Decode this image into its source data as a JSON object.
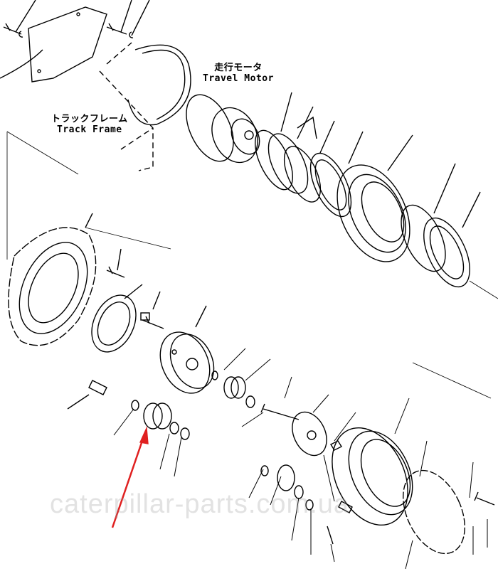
{
  "labels": {
    "travel_motor_jp": "走行モータ",
    "travel_motor_en": "Travel Motor",
    "track_frame_jp": "トラックフレーム",
    "track_frame_en": "Track Frame"
  },
  "watermark": "caterpillar-parts.com.ua",
  "colors": {
    "line": "#000000",
    "arrow": "#e02020",
    "watermark": "#969696"
  }
}
